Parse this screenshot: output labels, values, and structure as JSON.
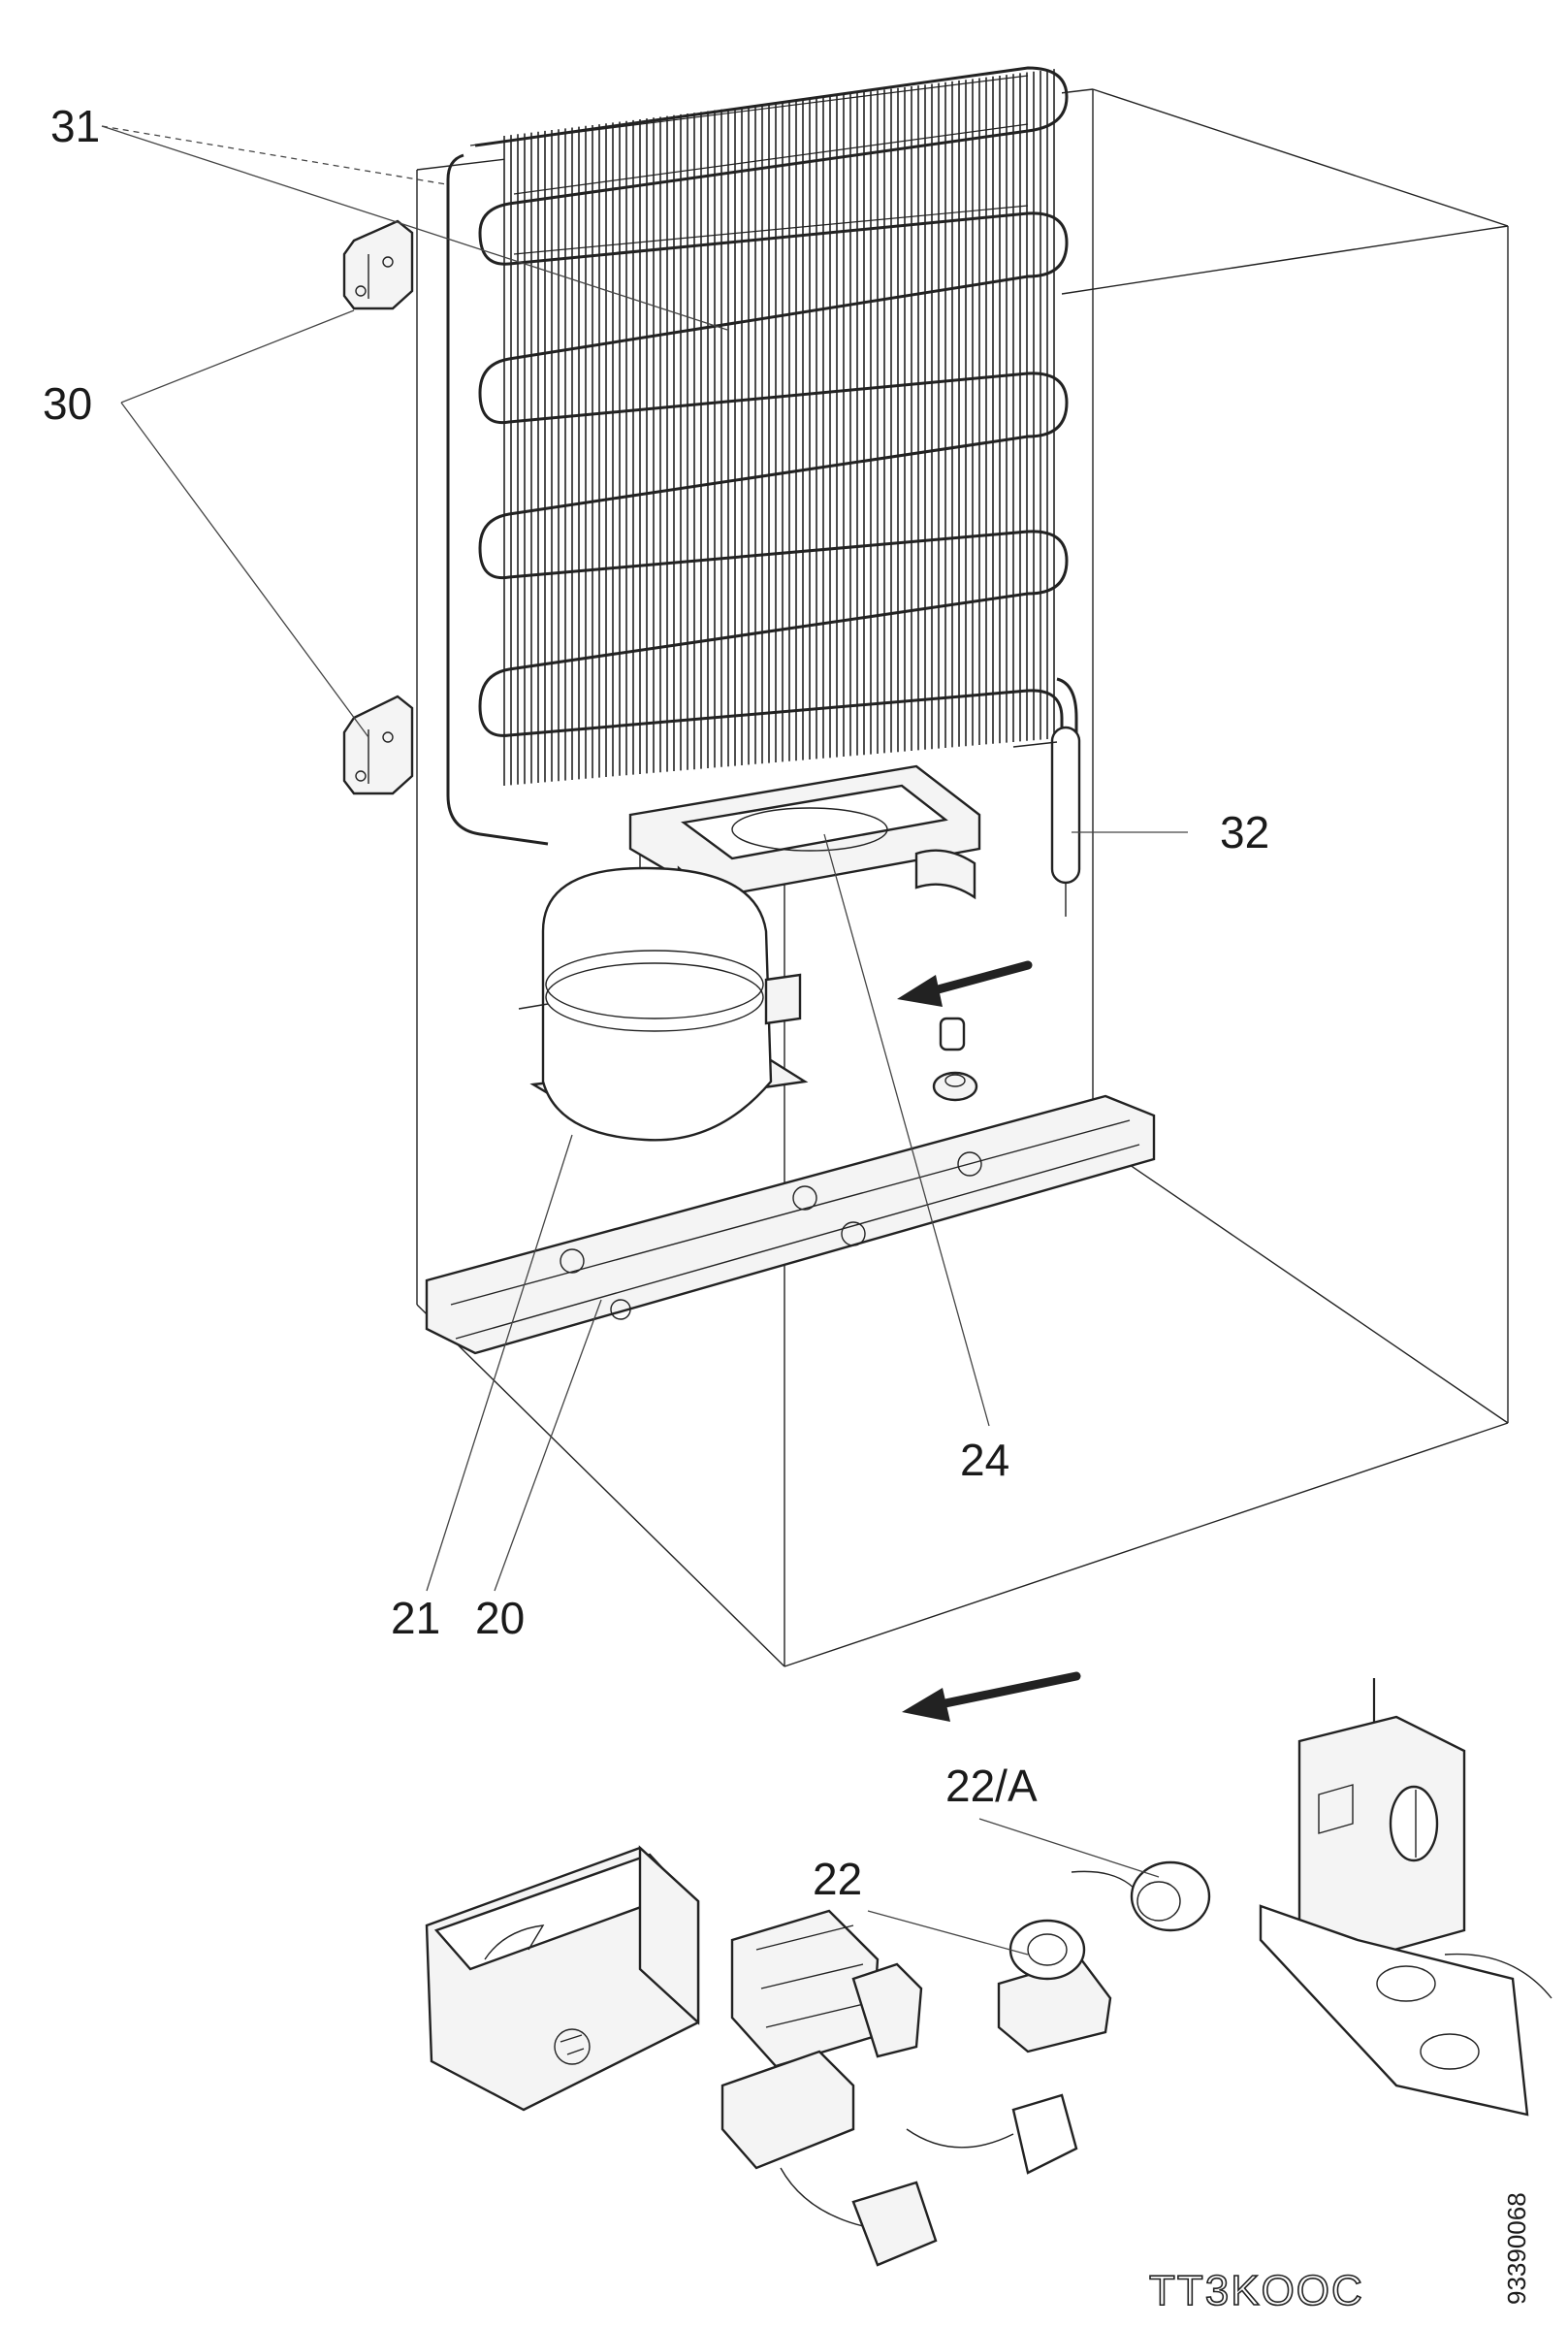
{
  "callouts": {
    "c31": "31",
    "c30": "30",
    "c32": "32",
    "c24": "24",
    "c21": "21",
    "c20": "20",
    "c22a": "22/A",
    "c22": "22"
  },
  "footer": {
    "model_code": "TT3KOOC",
    "doc_number": "93390068"
  }
}
